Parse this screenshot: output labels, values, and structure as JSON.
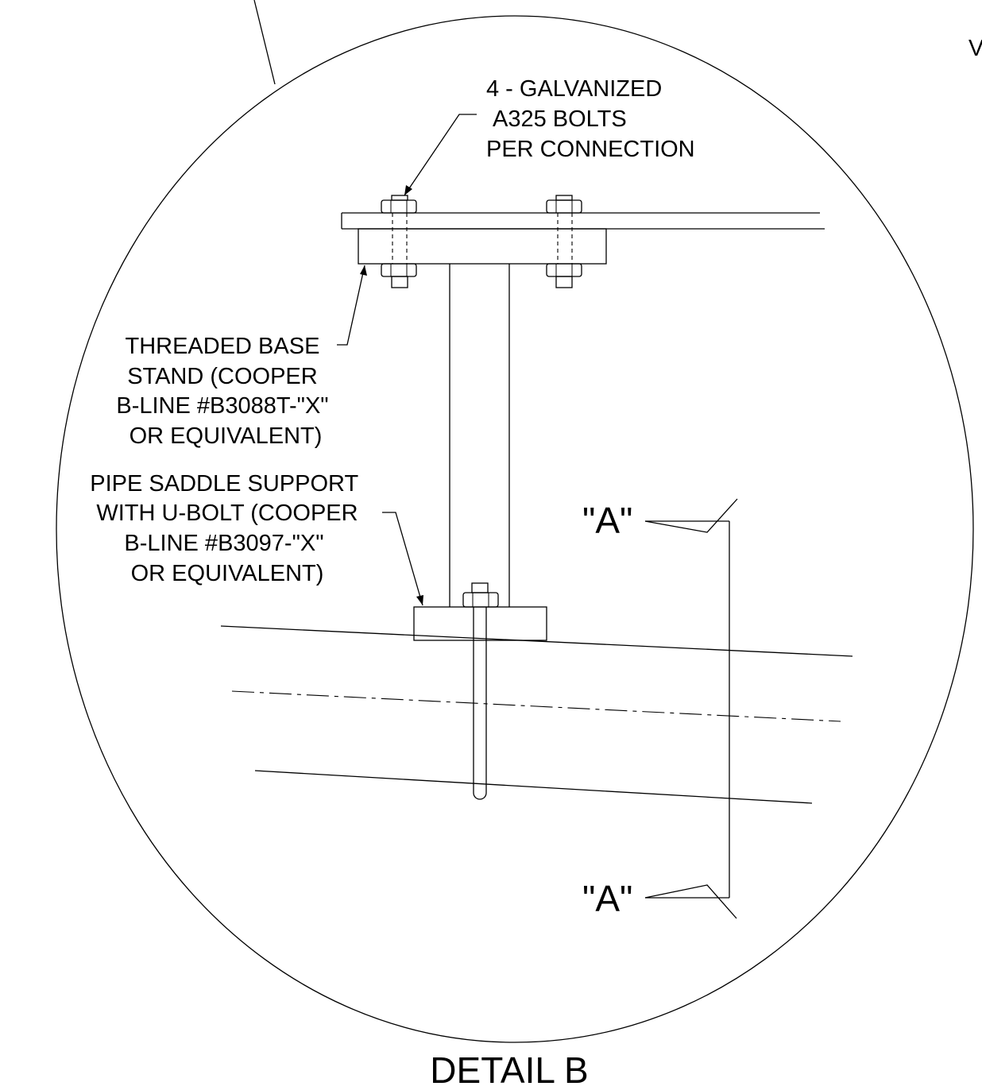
{
  "labels": {
    "bolts": [
      "4 - GALVANIZED",
      "A325 BOLTS",
      "PER CONNECTION"
    ],
    "base_stand": [
      "THREADED BASE",
      "STAND (COOPER",
      "B-LINE #B3088T-\"X\"",
      "OR EQUIVALENT)"
    ],
    "pipe_saddle": [
      "PIPE SADDLE SUPPORT",
      "WITH U-BOLT (COOPER",
      "B-LINE #B3097-\"X\"",
      "OR EQUIVALENT)"
    ],
    "section_top": "\"A\"",
    "section_bottom": "\"A\"",
    "detail_title": "DETAIL B",
    "edge_fragment": "V"
  }
}
